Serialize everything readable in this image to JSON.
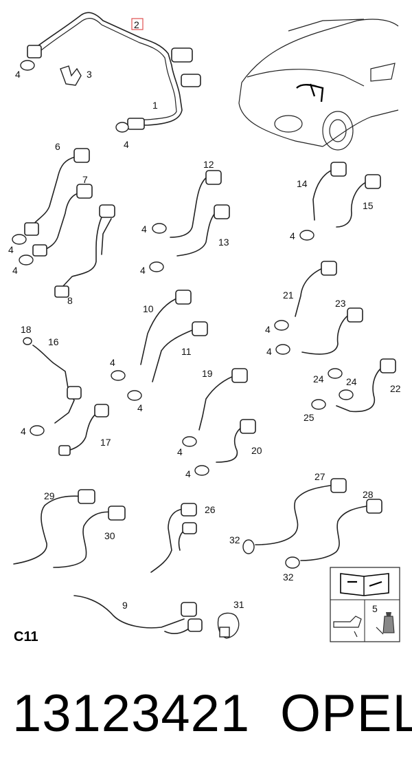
{
  "diagram": {
    "callouts": [
      "1",
      "2",
      "3",
      "4",
      "5",
      "6",
      "7",
      "8",
      "9",
      "10",
      "11",
      "12",
      "13",
      "14",
      "15",
      "16",
      "17",
      "18",
      "19",
      "20",
      "21",
      "22",
      "23",
      "24",
      "25",
      "26",
      "27",
      "28",
      "29",
      "30",
      "31",
      "32"
    ],
    "catalog_code": "C11"
  },
  "footer": {
    "part_number": "13123421",
    "brand": "OPEL"
  },
  "icons": [
    "car-location-icon",
    "manual-tools-icon",
    "lubricant-icon",
    "sealant-tube-icon"
  ],
  "colors": {
    "highlight_box": "#e05050",
    "line": "#222222"
  }
}
